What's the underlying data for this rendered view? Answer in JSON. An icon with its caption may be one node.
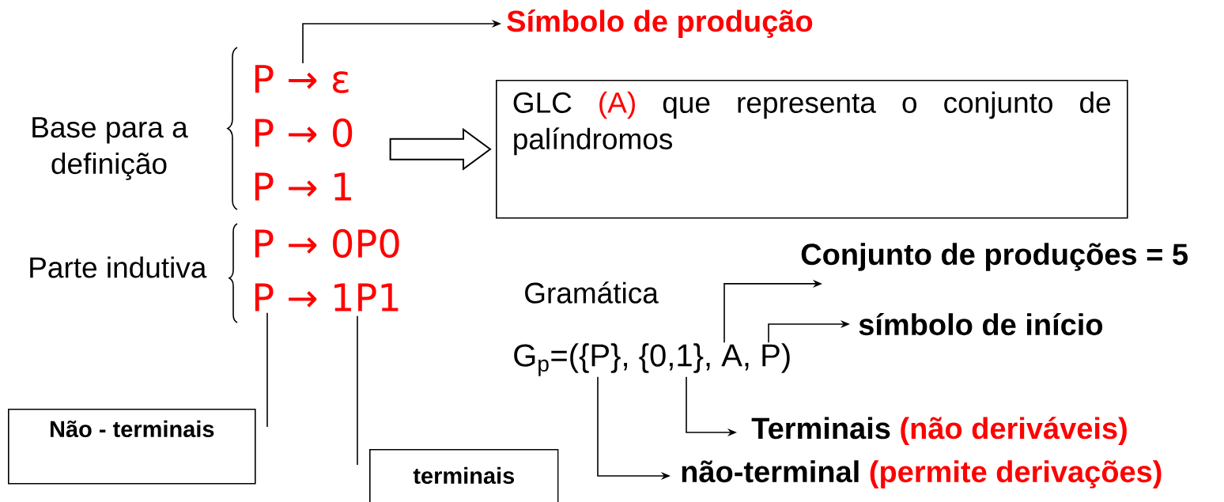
{
  "diagram": {
    "nodes": [
      {
        "text": [
          "Símbolo de produção"
        ]
      },
      {
        "text": [
          "P → ε"
        ]
      },
      {
        "text": [
          "P → 0"
        ]
      },
      {
        "text": [
          "P → 1"
        ]
      },
      {
        "text": [
          "P → 0P0"
        ]
      },
      {
        "text": [
          "P → 1P1"
        ]
      },
      {
        "text": [
          "GLC",
          "(A)",
          "que representa o conjunto de palíndromos"
        ]
      },
      {
        "text": [
          "Não - terminais"
        ]
      },
      {
        "text": [
          "terminais"
        ]
      },
      {
        "text": [
          "Conjunto de produções = 5"
        ]
      },
      {
        "text": [
          "símbolo de início"
        ]
      },
      {
        "text": [
          "G$_{p}$=({P}, {0,1}, A, P)"
        ]
      },
      {
        "text": [
          "Terminais",
          "(não deriváveis)"
        ]
      },
      {
        "text": [
          "não-terminal",
          "(permite derivações)"
        ]
      }
    ],
    "edges": [
      {
        "from": 1,
        "to": 0,
        "arrow": "to"
      },
      {
        "from": 2,
        "to": 6,
        "arrow": "to",
        "style": "thick"
      },
      {
        "from": 5,
        "to": 7,
        "arrow": "none"
      },
      {
        "from": 5,
        "to": 8,
        "arrow": "none"
      },
      {
        "from": 11,
        "to": 9,
        "arrow": "to"
      },
      {
        "from": 11,
        "to": 10,
        "arrow": "to"
      },
      {
        "from": 11,
        "to": 12,
        "arrow": "to"
      },
      {
        "from": 11,
        "to": 13,
        "arrow": "to"
      }
    ],
    "labels": [
      "Base para a definição",
      "Parte indutiva",
      "Gramática"
    ]
  }
}
